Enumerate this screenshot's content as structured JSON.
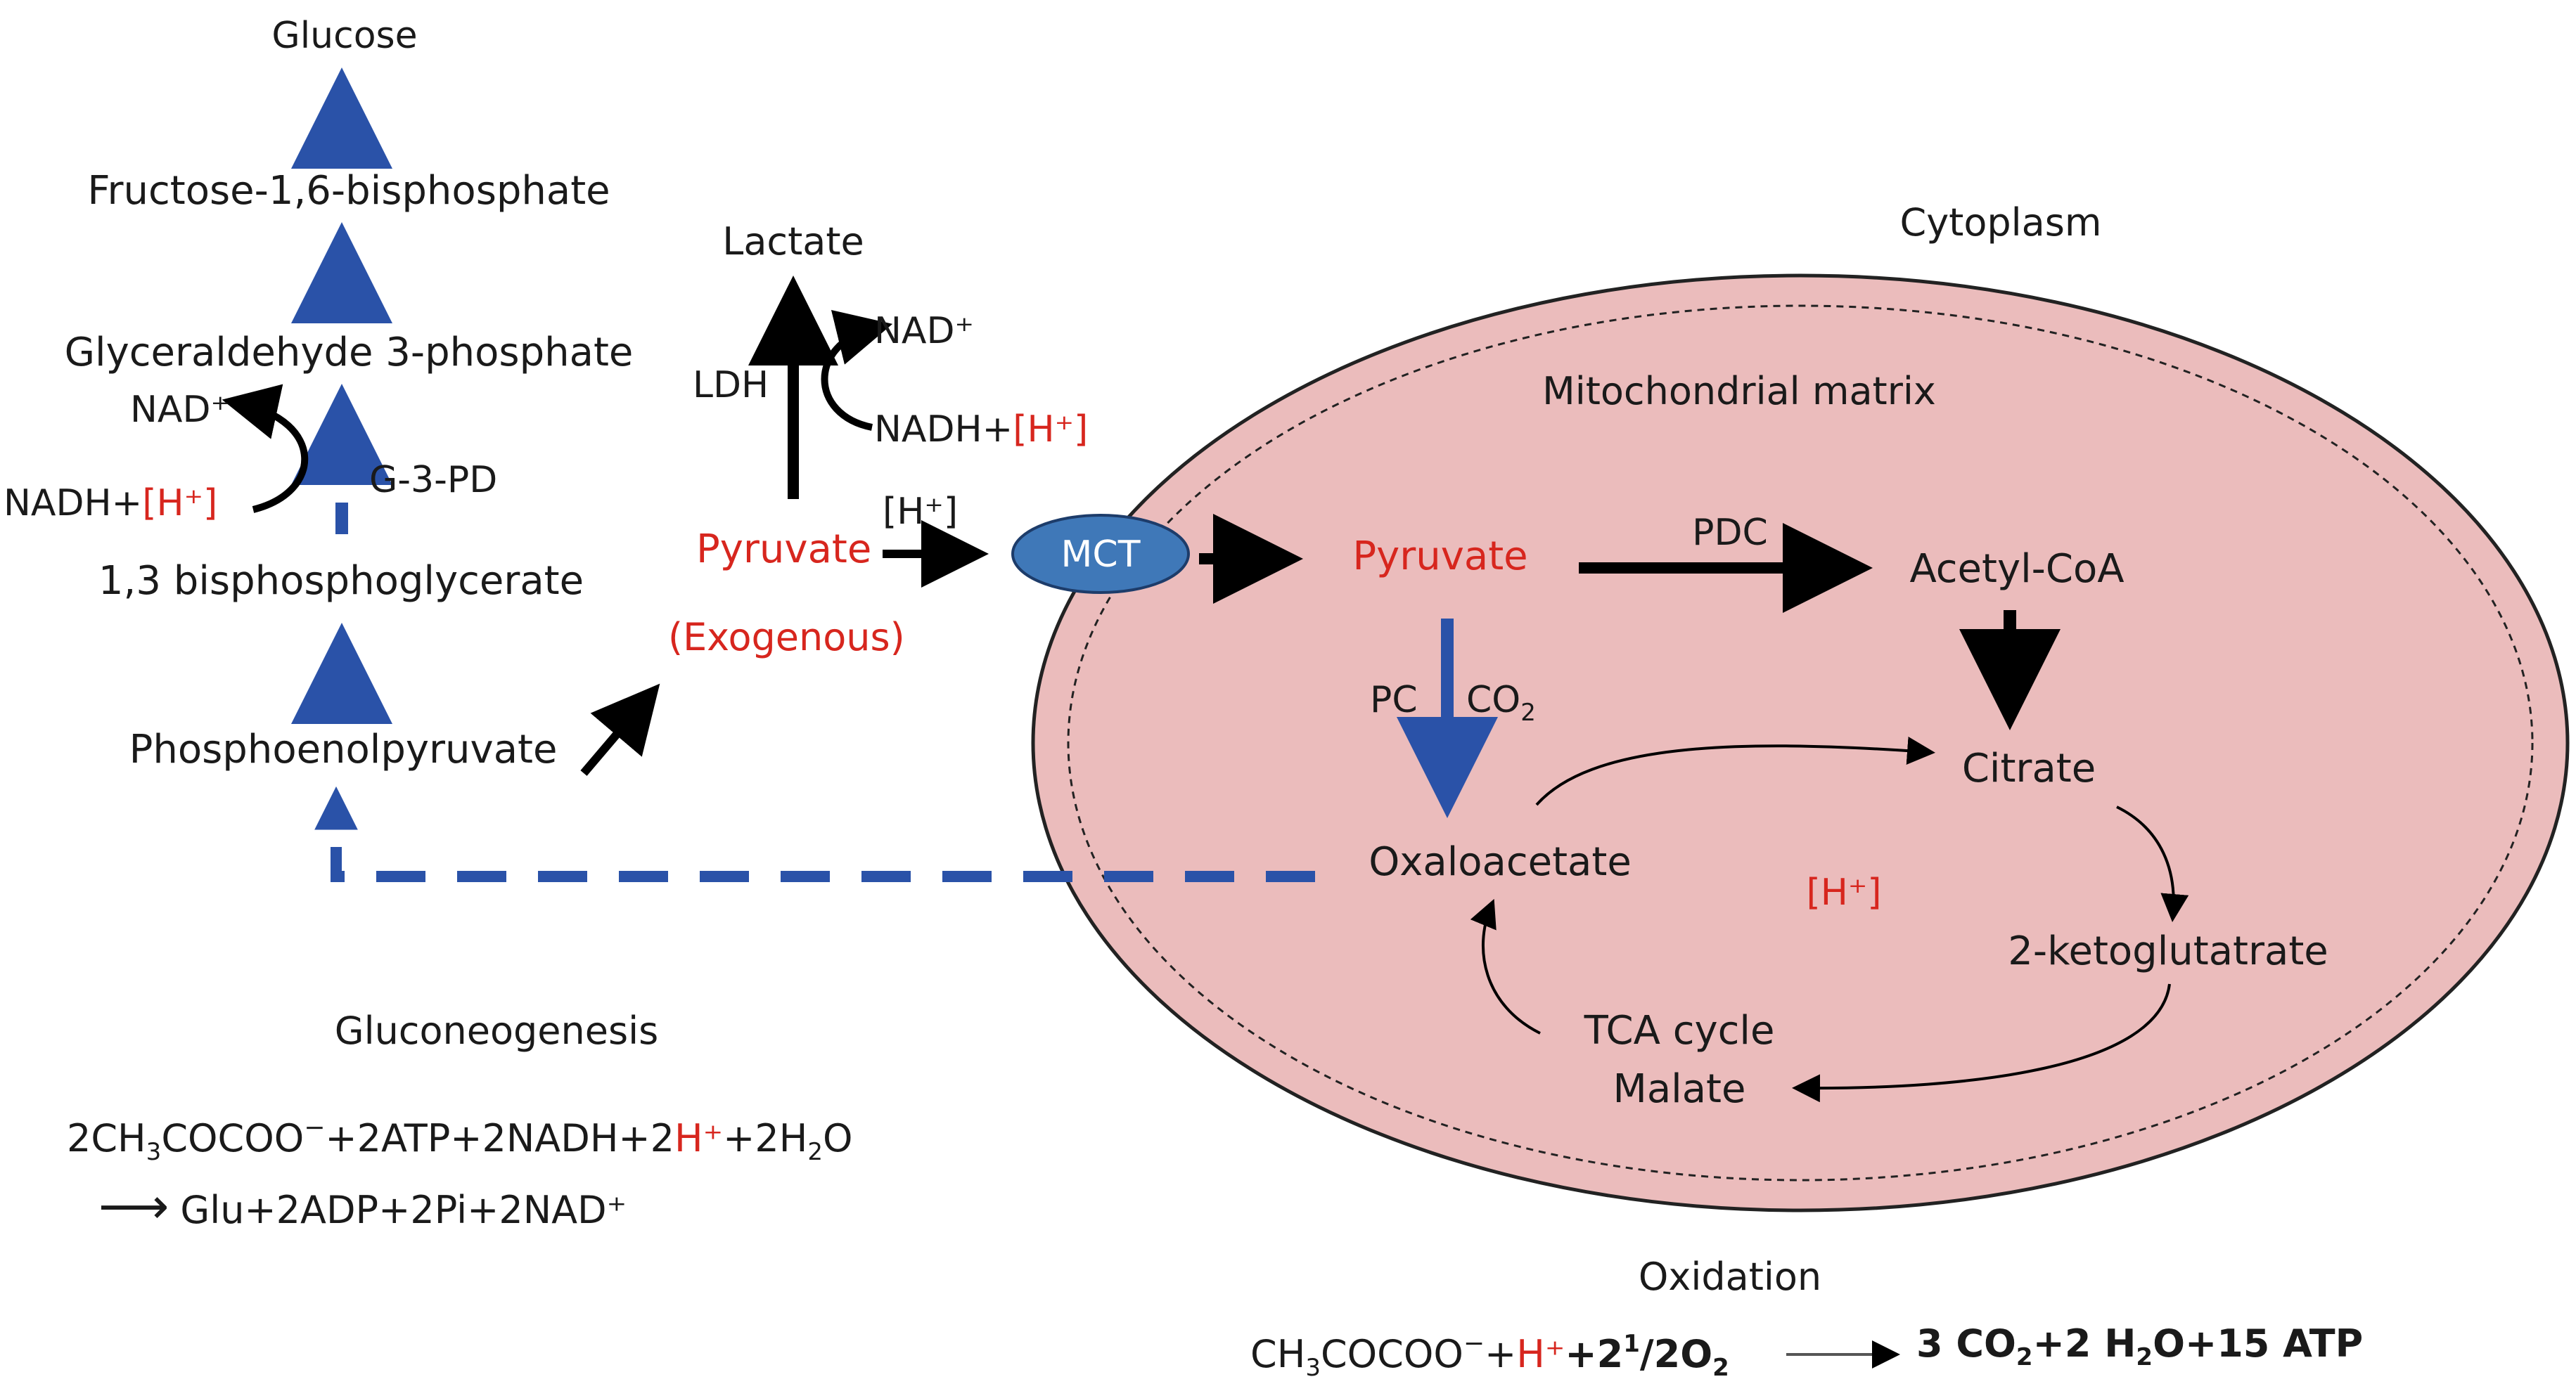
{
  "colors": {
    "red": "#d7261e",
    "blue": "#2a52a8",
    "black": "#000000",
    "cell_fill": "#ebbcbc",
    "mct_fill": "#3f78b8"
  },
  "gluco": {
    "glucose": "Glucose",
    "f16bp": "Fructose-1,6-bisphosphate",
    "g3p": "Glyceraldehyde 3-phosphate",
    "nad_left": "NAD⁺",
    "g3pd": "G-3-PD",
    "nadh_left": "NADH+",
    "h_left": "[H⁺]",
    "bpg": "1,3 bisphosphoglycerate",
    "pep": "Phosphoenolpyruvate"
  },
  "lactate": {
    "lactate": "Lactate",
    "ldh": "LDH",
    "nad": "NAD⁺",
    "nadh": "NADH+",
    "h": "[H⁺]"
  },
  "exo": {
    "pyruvate": "Pyruvate",
    "exogenous": "(Exogenous)",
    "h_mct": "[H⁺]",
    "mct": "MCT"
  },
  "cell": {
    "cytoplasm": "Cytoplasm",
    "matrix": "Mitochondrial matrix",
    "pyruvate": "Pyruvate",
    "pdc": "PDC",
    "acetyl": "Acetyl-CoA",
    "pc": "PC",
    "co2": "CO",
    "co2_sub": "2",
    "citrate": "Citrate",
    "oxaloacetate": "Oxaloacetate",
    "h_center": "[H⁺]",
    "ketoglutarate": "2-ketoglutatrate",
    "tca": "TCA cycle",
    "malate": "Malate"
  },
  "gluconeogenesis": {
    "title": "Gluconeogenesis",
    "eq1_a": "2CH",
    "eq1_b": "3",
    "eq1_c": "COCOO",
    "eq1_d": "−",
    "eq1_e": "+2ATP+2NADH+2",
    "eq1_f": "H⁺",
    "eq1_g": "+2H",
    "eq1_h": "2",
    "eq1_i": "O",
    "eq2_arrow": "⟶",
    "eq2": "Glu+2ADP+2Pi+2NAD⁺"
  },
  "oxidation": {
    "title": "Oxidation",
    "eq_a": "CH",
    "eq_b": "3",
    "eq_c": "COCOO",
    "eq_d": "−",
    "eq_e": "+",
    "eq_f": "H⁺",
    "eq_g": "+2",
    "eq_h": "1",
    "eq_i": "/",
    "eq_j": "2",
    "eq_k": "O",
    "eq_l": "2",
    "eq_m": "3 CO",
    "eq_n": "2",
    "eq_o": "+2 H",
    "eq_p": "2",
    "eq_q": "O+15 ATP"
  }
}
